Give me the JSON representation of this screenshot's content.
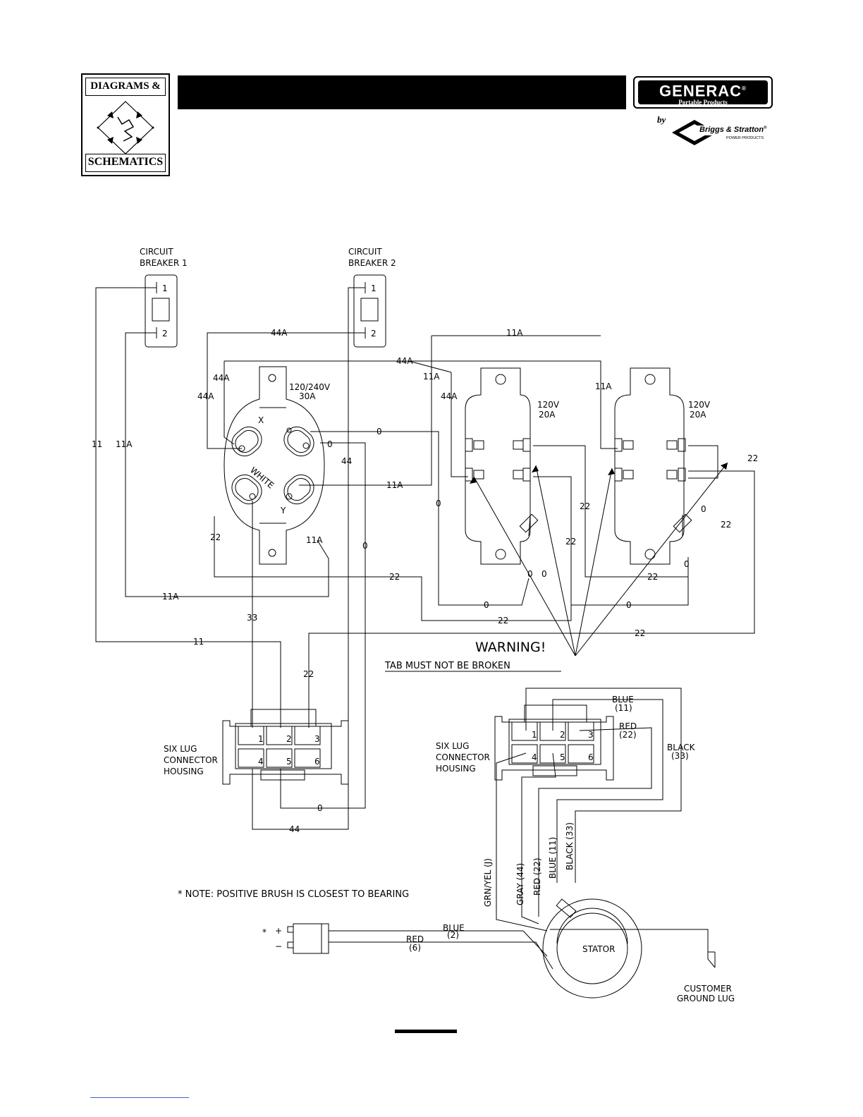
{
  "logo_left": {
    "top": "DIAGRAMS &",
    "bottom": "SCHEMATICS"
  },
  "logo_right": {
    "brand": "GENERAC",
    "registered": "®",
    "sub": "Portable Products",
    "by": "by",
    "maker": "Briggs & Stratton",
    "maker_registered": "®",
    "maker_sub": "POWER PRODUCTS"
  },
  "labels": {
    "cb1_line1": "CIRCUIT",
    "cb1_line2": "BREAKER 1",
    "cb2_line1": "CIRCUIT",
    "cb2_line2": "BREAKER 2",
    "term1": "1",
    "term2": "2",
    "r30_line1": "120/240V",
    "r30_line2": "30A",
    "r20_line1": "120V",
    "r20_line2": "20A",
    "white": "WHITE",
    "x": "X",
    "y": "Y",
    "warning": "WARNING!",
    "tab": "TAB MUST NOT BE BROKEN",
    "six_line1": "SIX LUG",
    "six_line2": "CONNECTOR",
    "six_line3": "HOUSING",
    "note": "* NOTE: POSITIVE BRUSH IS CLOSEST TO BEARING",
    "star": "*",
    "plus": "+",
    "minus": "−",
    "stator": "STATOR",
    "ground_line1": "CUSTOMER",
    "ground_line2": "GROUND LUG"
  },
  "wires": {
    "w44A": "44A",
    "w11A": "11A",
    "w11": "11",
    "w44": "44",
    "w0": "0",
    "w22": "22",
    "w33": "33"
  },
  "stator_leads": {
    "blue_11": "BLUE",
    "blue_11_num": "(11)",
    "red_22": "RED",
    "red_22_num": "(22)",
    "black_33": "BLACK",
    "black_33_num": "(33)",
    "grn_yel": "GRN/YEL (J)",
    "gray_44": "GRAY (44)",
    "red_22_v": "RED (22)",
    "blue_11_v": "BLUE (11)",
    "black_33_v": "BLACK (33)"
  },
  "brush_leads": {
    "blue": "BLUE",
    "blue_num": "(2)",
    "red": "RED",
    "red_num": "(6)"
  },
  "lug_numbers": [
    "1",
    "2",
    "3",
    "4",
    "5",
    "6"
  ]
}
